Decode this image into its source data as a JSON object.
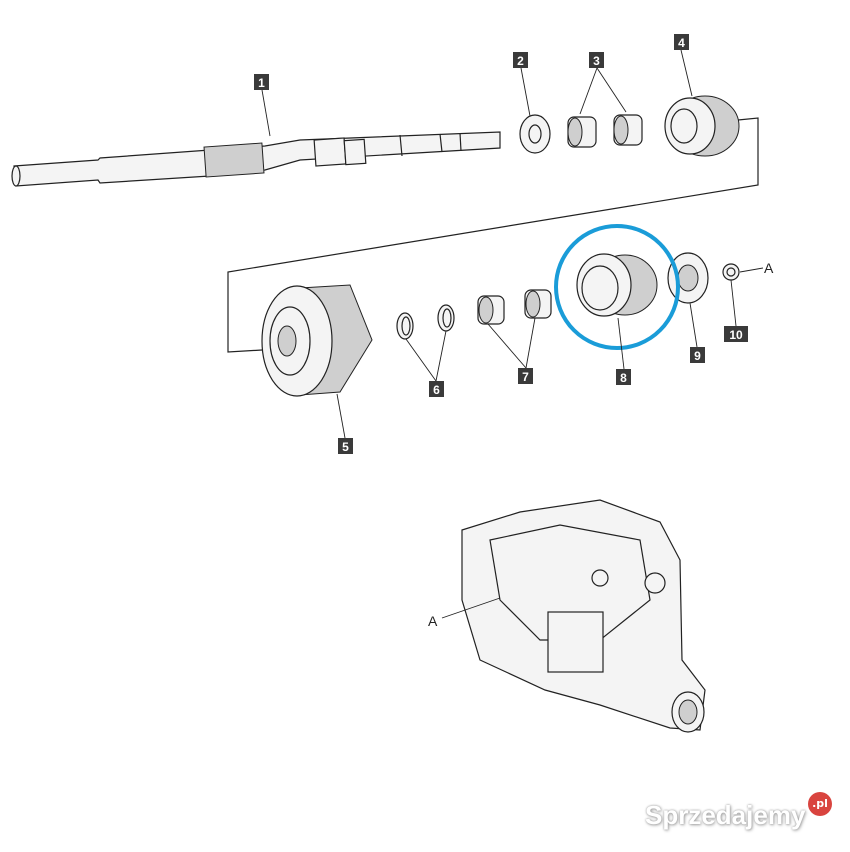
{
  "callouts": {
    "c1": "1",
    "c2": "2",
    "c3": "3",
    "c4": "4",
    "c5": "5",
    "c6": "6",
    "c7": "7",
    "c8": "8",
    "c9": "9",
    "c10": "10"
  },
  "reference_marks": {
    "a_top": "A",
    "a_bottom": "A"
  },
  "highlight": {
    "part": "8",
    "color": "#1a9cd8"
  },
  "watermark": {
    "brand": "Sprzedajemy",
    "suffix": ".pl"
  }
}
